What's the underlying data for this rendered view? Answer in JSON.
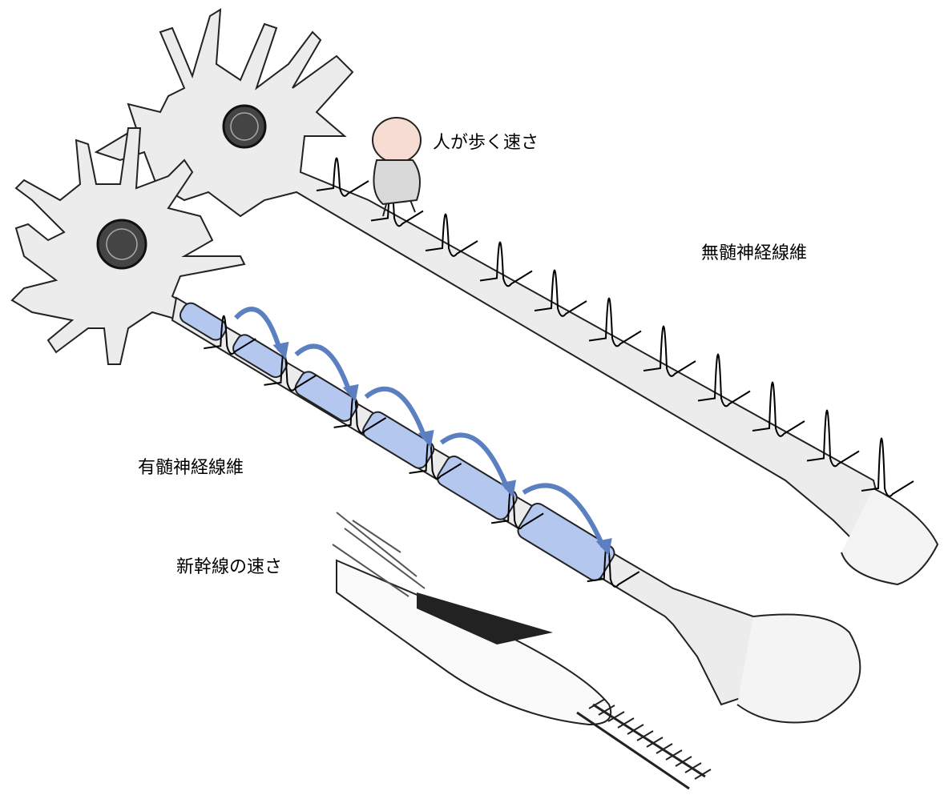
{
  "labels": {
    "walking_speed": "人が歩く速さ",
    "unmyelinated_fiber": "無髄神経線維",
    "myelinated_fiber": "有髄神経線維",
    "shinkansen_speed": "新幹線の速さ"
  },
  "colors": {
    "cell_fill": "#ececec",
    "myelin_fill": "#b4c8ef",
    "arrow": "#5b7fc0",
    "outline": "#222222"
  }
}
